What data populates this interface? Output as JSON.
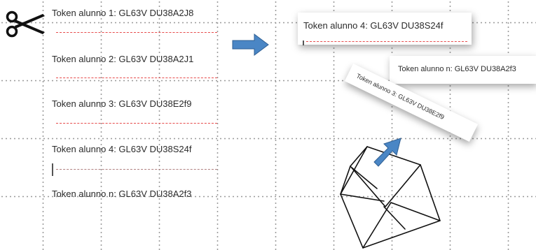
{
  "tokens": [
    {
      "label": "Token alunno 1",
      "code": "GL63V DU38A2J8"
    },
    {
      "label": "Token alunno 2",
      "code": "GL63V DU38A2J1"
    },
    {
      "label": "Token alunno 3",
      "code": "GL63V DU38E2f9"
    },
    {
      "label": "Token alunno 4",
      "code": "GL63V DU38S24f"
    },
    {
      "label": "Token alunno n",
      "code": "GL63V DU38A2f3"
    }
  ],
  "cards": {
    "card1": {
      "label": "Token alunno 4",
      "code": "GL63V DU38S24f"
    },
    "card2": {
      "label": "Token alunno n",
      "code": "GL63V DU38A2f3"
    },
    "card3": {
      "label": "Token alunno 3",
      "code": "GL63V DU38E2f9"
    }
  },
  "colors": {
    "arrow_fill": "#4a86c5",
    "arrow_stroke": "#2f5f93",
    "cut_line": "#e64b4b"
  },
  "icons": {
    "scissors": "scissors-icon",
    "envelope": "envelope-icon",
    "arrow_right": "arrow-right-icon",
    "arrow_up": "arrow-up-icon"
  }
}
